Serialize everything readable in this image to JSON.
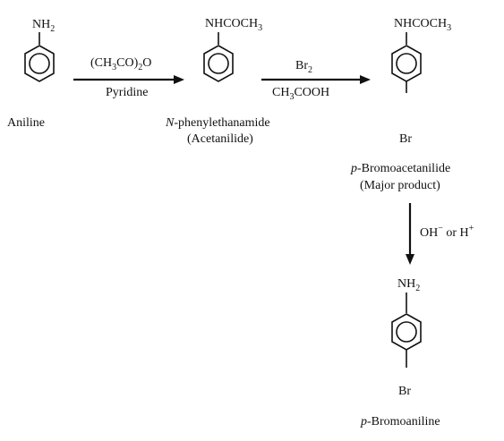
{
  "structures": {
    "aniline": {
      "substituent": [
        "NH",
        "2"
      ],
      "name": "Aniline"
    },
    "acetanilide": {
      "substituent": "NHCOCH",
      "substituent_sub": "3",
      "name_italic": "N",
      "name_rest": "-phenylethanamide",
      "common_name": "(Acetanilide)"
    },
    "bromoacetanilide": {
      "substituent_top": "NHCOCH",
      "substituent_top_sub": "3",
      "substituent_bottom": "Br",
      "name_italic": "p",
      "name_rest": "-Bromoacetanilide",
      "note": "(Major product)"
    },
    "bromoaniline": {
      "substituent_top": "NH",
      "substituent_top_sub": "2",
      "substituent_bottom": "Br",
      "name_italic": "p",
      "name_rest": "-Bromoaniline"
    }
  },
  "reactions": {
    "step1": {
      "reagent_a": "(CH",
      "reagent_sub1": "3",
      "reagent_b": "CO)",
      "reagent_sub2": "2",
      "reagent_c": "O",
      "solvent": "Pyridine"
    },
    "step2": {
      "reagent": "Br",
      "reagent_sub": "2",
      "solvent_a": "CH",
      "solvent_sub": "3",
      "solvent_b": "COOH"
    },
    "step3": {
      "reagent_a": "OH",
      "reagent_sup1": "−",
      "reagent_mid": " or H",
      "reagent_sup2": "+"
    }
  }
}
